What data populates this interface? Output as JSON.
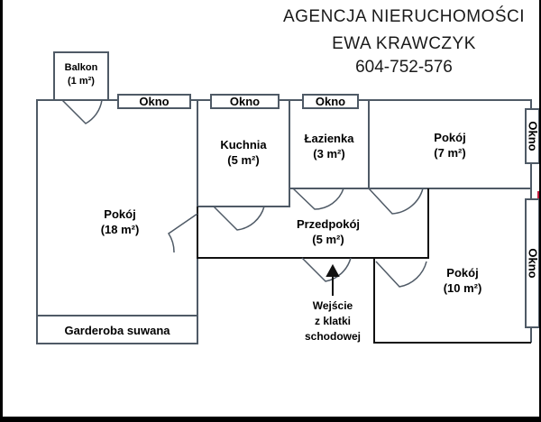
{
  "header": {
    "agency": "AGENCJA  NIERUCHOMOŚCI",
    "name": "EWA  KRAWCZYK",
    "phone": "604-752-576"
  },
  "rooms": {
    "balkon": {
      "name": "Balkon",
      "area": "(1 m²)"
    },
    "pokoj_18": {
      "name": "Pokój",
      "area": "(18 m²)"
    },
    "kuchnia": {
      "name": "Kuchnia",
      "area": "(5 m²)"
    },
    "lazienka": {
      "name": "Łazienka",
      "area": "(3 m²)"
    },
    "pokoj_7": {
      "name": "Pokój",
      "area": "(7 m²)"
    },
    "przedpokoj": {
      "name": "Przedpokój",
      "area": "(5 m²)"
    },
    "pokoj_10": {
      "name": "Pokój",
      "area": "(10 m²)"
    },
    "garderoba": {
      "name": "Garderoba suwana"
    }
  },
  "windows": {
    "w1": "Okno",
    "w2": "Okno",
    "w3": "Okno",
    "w4": "Okno",
    "w5": "Okno"
  },
  "entrance": {
    "line1": "Wejście",
    "line2": "z klatki",
    "line3": "schodowej"
  },
  "colors": {
    "wall": "#4f5a66",
    "outer_wall": "#000000",
    "accent": "#c0163a"
  }
}
